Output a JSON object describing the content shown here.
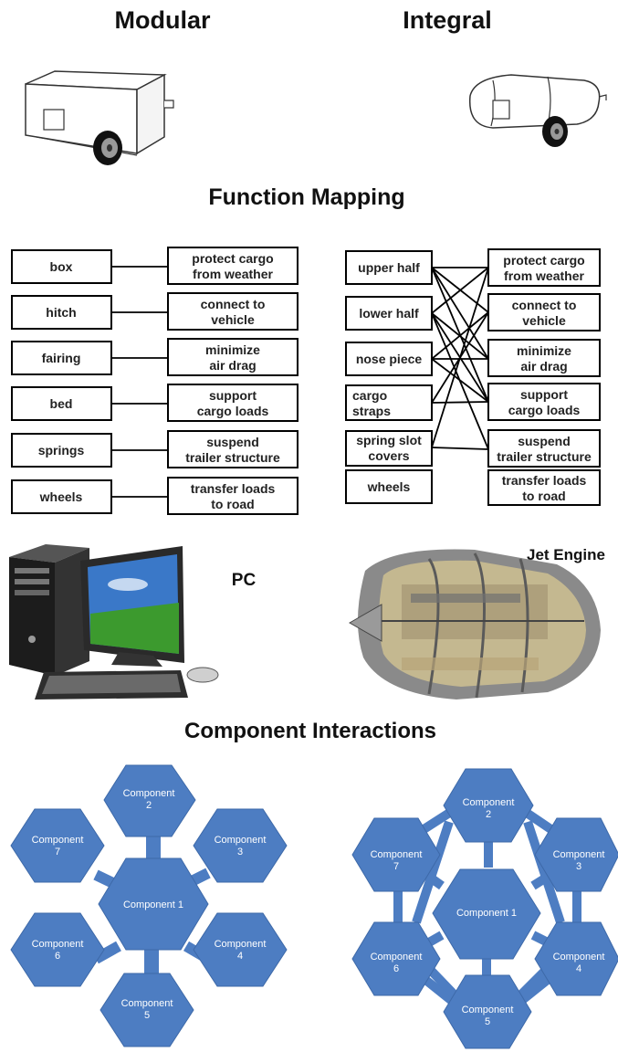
{
  "titles": {
    "modular": "Modular",
    "integral": "Integral",
    "function_mapping": "Function Mapping",
    "pc": "PC",
    "jet_engine": "Jet Engine",
    "component_interactions": "Component Interactions"
  },
  "modular_mapping": {
    "components": [
      "box",
      "hitch",
      "fairing",
      "bed",
      "springs",
      "wheels"
    ],
    "functions": [
      [
        "protect cargo",
        "from weather"
      ],
      [
        "connect to",
        "vehicle"
      ],
      [
        "minimize",
        "air drag"
      ],
      [
        "support",
        "cargo loads"
      ],
      [
        "suspend",
        "trailer structure"
      ],
      [
        "transfer loads",
        "to road"
      ]
    ]
  },
  "integral_mapping": {
    "components": [
      [
        "upper half"
      ],
      [
        "lower half"
      ],
      [
        "nose piece"
      ],
      [
        "cargo",
        "straps"
      ],
      [
        "spring slot",
        "covers"
      ],
      [
        "wheels"
      ]
    ],
    "functions": [
      [
        "protect cargo",
        "from weather"
      ],
      [
        "connect to",
        "vehicle"
      ],
      [
        "minimize",
        "air drag"
      ],
      [
        "support",
        "cargo loads"
      ],
      [
        "suspend",
        "trailer structure"
      ],
      [
        "transfer loads",
        "to road"
      ]
    ]
  },
  "hexagons": {
    "c1": [
      "Component 1"
    ],
    "c2": [
      "Component",
      "2"
    ],
    "c3": [
      "Component",
      "3"
    ],
    "c4": [
      "Component",
      "4"
    ],
    "c5": [
      "Component",
      "5"
    ],
    "c6": [
      "Component",
      "6"
    ],
    "c7": [
      "Component",
      "7"
    ]
  },
  "colors": {
    "hexagon": "#4d7dc2"
  }
}
